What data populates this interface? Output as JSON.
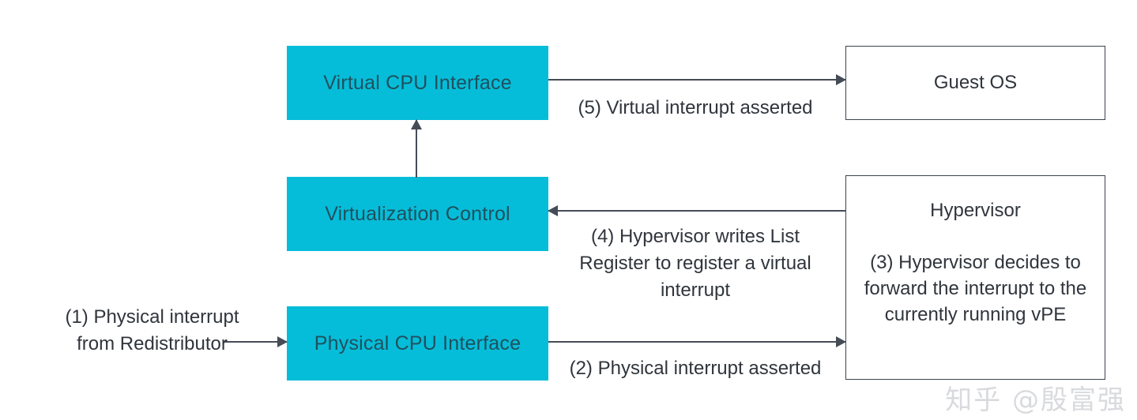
{
  "diagram": {
    "colors": {
      "box_fill_cyan": "#06bdd9",
      "box_text_cyan": "#20505e",
      "box_border_dark": "#3c4450",
      "arrow": "#454c56",
      "text": "#30353c",
      "background": "#ffffff",
      "watermark": "#d8dadd"
    },
    "boxes": {
      "virtual_cpu_interface": {
        "label": "Virtual CPU Interface"
      },
      "virtualization_control": {
        "label": "Virtualization Control"
      },
      "physical_cpu_interface": {
        "label": "Physical CPU Interface"
      },
      "guest_os": {
        "label": "Guest OS"
      },
      "hypervisor": {
        "title": "Hypervisor",
        "body": "(3) Hypervisor decides to forward the interrupt to the currently running vPE"
      }
    },
    "labels": {
      "step1": "(1) Physical interrupt from Redistributor",
      "step2": "(2) Physical interrupt asserted",
      "step4": "(4) Hypervisor writes List Register to register a virtual interrupt",
      "step5": "(5) Virtual interrupt asserted"
    },
    "watermark": "知乎 @殷富强"
  }
}
